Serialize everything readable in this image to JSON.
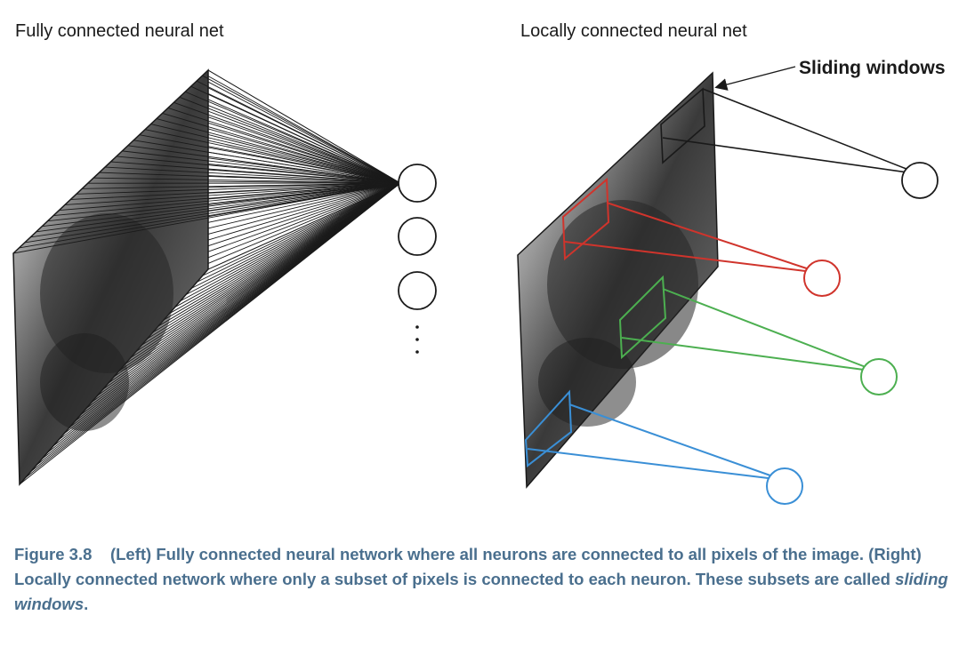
{
  "titles": {
    "left": "Fully connected neural net",
    "right": "Locally connected neural net"
  },
  "callout": "Sliding windows",
  "caption": {
    "label": "Figure 3.8",
    "text_before": "(Left) Fully connected neural network where all neurons are connected to all pixels of the image. (Right) Locally connected network where only a subset of pixels is connected to each neuron. These subsets are called ",
    "emphasis": "sliding windows",
    "text_after": "."
  },
  "colors": {
    "black": "#1a1a1a",
    "red": "#d0342c",
    "green": "#4caf50",
    "blue": "#3a8fd6",
    "caption": "#4a6f8e"
  }
}
